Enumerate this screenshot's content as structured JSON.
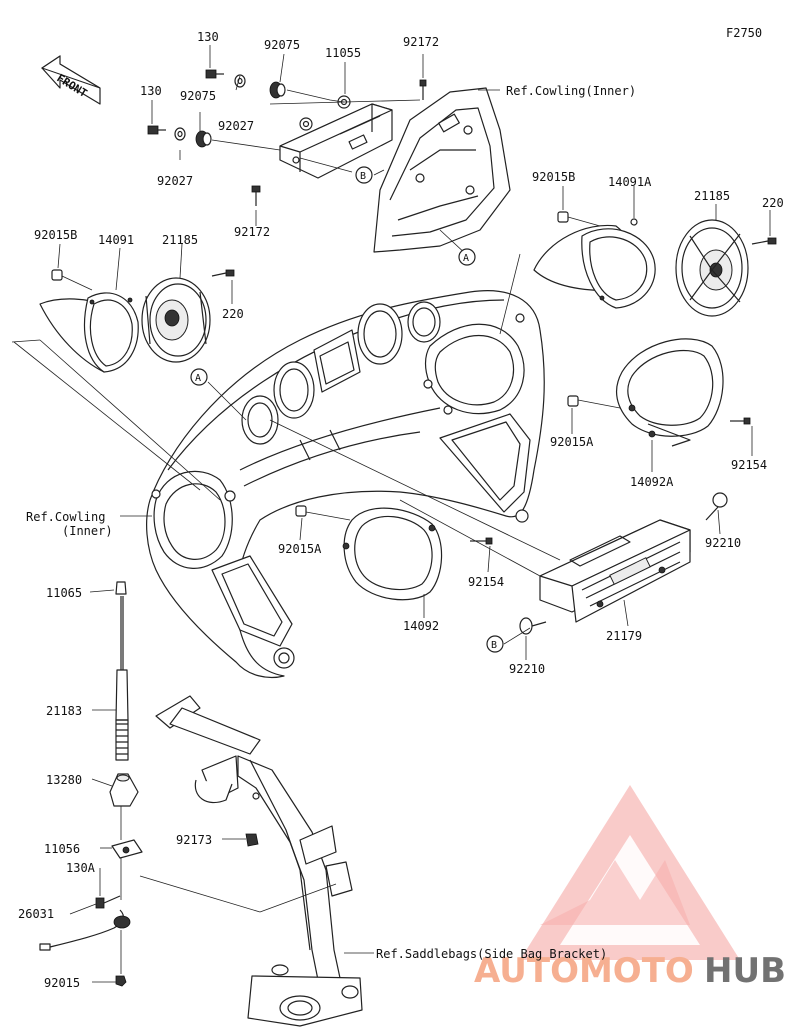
{
  "diagram_code": "F2750",
  "front_label": "FRONT",
  "parts": [
    {
      "id": "p130a",
      "text": "130"
    },
    {
      "id": "p130b",
      "text": "130"
    },
    {
      "id": "p92075a",
      "text": "92075"
    },
    {
      "id": "p92075b",
      "text": "92075"
    },
    {
      "id": "p11055",
      "text": "11055"
    },
    {
      "id": "p92172a",
      "text": "92172"
    },
    {
      "id": "p92172b",
      "text": "92172"
    },
    {
      "id": "p92027a",
      "text": "92027"
    },
    {
      "id": "p92027b",
      "text": "92027"
    },
    {
      "id": "p92015Ba",
      "text": "92015B"
    },
    {
      "id": "p92015Bb",
      "text": "92015B"
    },
    {
      "id": "p14091",
      "text": "14091"
    },
    {
      "id": "p14091A",
      "text": "14091A"
    },
    {
      "id": "p21185a",
      "text": "21185"
    },
    {
      "id": "p21185b",
      "text": "21185"
    },
    {
      "id": "p220a",
      "text": "220"
    },
    {
      "id": "p220b",
      "text": "220"
    },
    {
      "id": "p92015Aa",
      "text": "92015A"
    },
    {
      "id": "p92015Ab",
      "text": "92015A"
    },
    {
      "id": "p14092A",
      "text": "14092A"
    },
    {
      "id": "p14092",
      "text": "14092"
    },
    {
      "id": "p92154a",
      "text": "92154"
    },
    {
      "id": "p92154b",
      "text": "92154"
    },
    {
      "id": "p92210a",
      "text": "92210"
    },
    {
      "id": "p92210b",
      "text": "92210"
    },
    {
      "id": "p21179",
      "text": "21179"
    },
    {
      "id": "p11065",
      "text": "11065"
    },
    {
      "id": "p21183",
      "text": "21183"
    },
    {
      "id": "p13280",
      "text": "13280"
    },
    {
      "id": "p11056",
      "text": "11056"
    },
    {
      "id": "p130A",
      "text": "130A"
    },
    {
      "id": "p26031",
      "text": "26031"
    },
    {
      "id": "p92015",
      "text": "92015"
    },
    {
      "id": "p92173",
      "text": "92173"
    }
  ],
  "refs": [
    {
      "id": "r_cowl_top",
      "text": "Ref.Cowling(Inner)"
    },
    {
      "id": "r_cowl_left1",
      "text": "Ref.Cowling"
    },
    {
      "id": "r_cowl_left2",
      "text": "(Inner)"
    },
    {
      "id": "r_saddle",
      "text": "Ref.Saddlebags(Side Bag Bracket)"
    }
  ],
  "callouts": [
    {
      "id": "cA1",
      "text": "A"
    },
    {
      "id": "cA2",
      "text": "A"
    },
    {
      "id": "cB1",
      "text": "B"
    },
    {
      "id": "cB2",
      "text": "B"
    }
  ],
  "watermark": {
    "part1": "AUTOMOTO",
    "part2": "HUB",
    "color_primary": "#f07f7a",
    "color_secondary": "#f7b07a",
    "color_dark": "#5a5a5a"
  }
}
